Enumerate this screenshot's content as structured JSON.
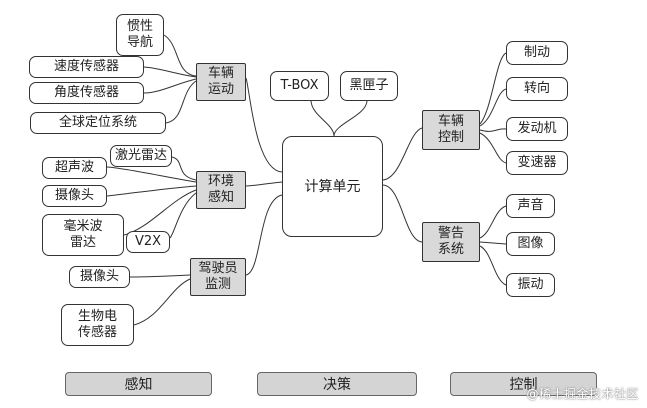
{
  "center": "计算单元",
  "top_inputs": [
    "T-BOX",
    "黑匣子"
  ],
  "perception": {
    "vehicle_motion": {
      "label": "车辆\n运动",
      "items": [
        "惯性\n导航",
        "速度传感器",
        "角度传感器",
        "全球定位系统"
      ]
    },
    "environment": {
      "label": "环境\n感知",
      "items": [
        "激光雷达",
        "超声波",
        "摄像头",
        "毫米波\n雷达",
        "V2X"
      ]
    },
    "driver_monitoring": {
      "label": "驾驶员\n监测",
      "items": [
        "摄像头",
        "生物电\n传感器"
      ]
    }
  },
  "decision_outputs": {
    "vehicle_control": {
      "label": "车辆\n控制",
      "items": [
        "制动",
        "转向",
        "发动机",
        "变速器"
      ]
    },
    "alarm_system": {
      "label": "警告\n系统",
      "items": [
        "声音",
        "图像",
        "振动"
      ]
    }
  },
  "phases": [
    "感知",
    "决策",
    "控制"
  ],
  "watermark": "@稀土掘金技术社区",
  "colors": {
    "node_fill": "#ffffff",
    "group_fill": "#d9d9d9",
    "phase_fill": "#d4d4d4",
    "line": "#333333"
  }
}
